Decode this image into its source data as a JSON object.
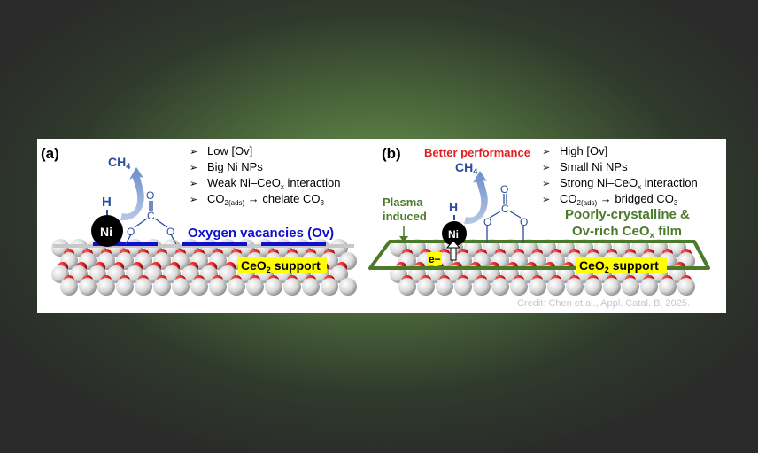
{
  "panel_a": {
    "label": "(a)",
    "bullets": [
      "Low [Ov]",
      "Big Ni NPs",
      "Weak Ni–CeOx interaction",
      "CO2(ads) → chelate CO3"
    ],
    "ch4": "CH4",
    "h": "H",
    "ni": "Ni",
    "vacancy_label": "Oxygen vacancies (Ov)",
    "support_label": "CeO2 support",
    "o_atom": "O",
    "c_atom": "C"
  },
  "panel_b": {
    "label": "(b)",
    "performance": "Better performance",
    "bullets": [
      "High [Ov]",
      "Small Ni NPs",
      "Strong Ni–CeOx interaction",
      "CO2(ads) → bridged CO3"
    ],
    "ch4": "CH4",
    "h": "H",
    "ni": "Ni",
    "plasma_line1": "Plasma",
    "plasma_line2": "induced",
    "electron": "e−",
    "film_line1": "Poorly-crystalline &",
    "film_line2": "Ov-rich CeOx film",
    "support_label": "CeO2 support",
    "o_atom": "O",
    "c_atom": "C"
  },
  "credit": "Credit: Chen et al., Appl. Catal. B, 2025.",
  "colors": {
    "blue_text": "#2a4d9c",
    "vacancy_blue": "#1010cc",
    "red": "#e02020",
    "green": "#4a7a2a",
    "yellow": "#ffff00",
    "arrow_blue": "#7f9fd0",
    "atom_red": "#d81818",
    "atom_white": "#e4e4e4"
  }
}
